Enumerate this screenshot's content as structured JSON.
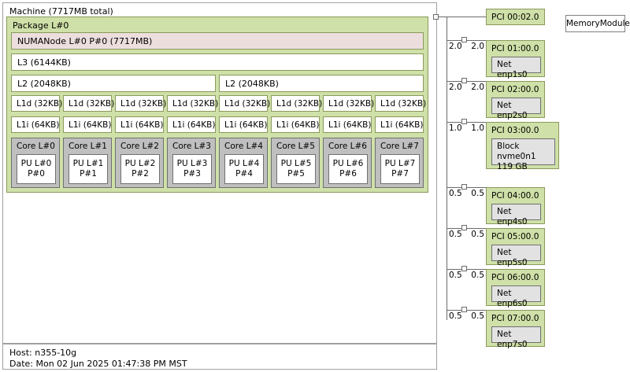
{
  "machine": {
    "label": "Machine (7717MB total)",
    "package": {
      "label": "Package L#0",
      "numanode": {
        "label": "NUMANode L#0 P#0 (7717MB)"
      },
      "l3": {
        "label": "L3 (6144KB)"
      },
      "l2": [
        {
          "label": "L2 (2048KB)"
        },
        {
          "label": "L2 (2048KB)"
        }
      ],
      "l1d": [
        {
          "label": "L1d (32KB)"
        },
        {
          "label": "L1d (32KB)"
        },
        {
          "label": "L1d (32KB)"
        },
        {
          "label": "L1d (32KB)"
        },
        {
          "label": "L1d (32KB)"
        },
        {
          "label": "L1d (32KB)"
        },
        {
          "label": "L1d (32KB)"
        },
        {
          "label": "L1d (32KB)"
        }
      ],
      "l1i": [
        {
          "label": "L1i (64KB)"
        },
        {
          "label": "L1i (64KB)"
        },
        {
          "label": "L1i (64KB)"
        },
        {
          "label": "L1i (64KB)"
        },
        {
          "label": "L1i (64KB)"
        },
        {
          "label": "L1i (64KB)"
        },
        {
          "label": "L1i (64KB)"
        },
        {
          "label": "L1i (64KB)"
        }
      ],
      "cores": [
        {
          "label": "Core L#0",
          "pu": "PU L#0\nP#0"
        },
        {
          "label": "Core L#1",
          "pu": "PU L#1\nP#1"
        },
        {
          "label": "Core L#2",
          "pu": "PU L#2\nP#2"
        },
        {
          "label": "Core L#3",
          "pu": "PU L#3\nP#3"
        },
        {
          "label": "Core L#4",
          "pu": "PU L#4\nP#4"
        },
        {
          "label": "Core L#5",
          "pu": "PU L#5\nP#5"
        },
        {
          "label": "Core L#6",
          "pu": "PU L#6\nP#6"
        },
        {
          "label": "Core L#7",
          "pu": "PU L#7\nP#7"
        }
      ]
    },
    "legend": {
      "host": "Host: n355-10g",
      "date": "Date: Mon 02 Jun 2025 01:47:38 PM MST"
    }
  },
  "io": {
    "memory_module": {
      "label": "MemoryModule"
    },
    "devices": [
      {
        "label": "PCI 00:02.0",
        "bw_left": "",
        "bw_right": "",
        "osdev": null
      },
      {
        "label": "PCI 01:00.0",
        "bw_left": "2.0",
        "bw_right": "2.0",
        "osdev": "Net enp1s0"
      },
      {
        "label": "PCI 02:00.0",
        "bw_left": "2.0",
        "bw_right": "2.0",
        "osdev": "Net enp2s0"
      },
      {
        "label": "PCI 03:00.0",
        "bw_left": "1.0",
        "bw_right": "1.0",
        "osdev": "Block nvme0n1\n119 GB"
      },
      {
        "label": "PCI 04:00.0",
        "bw_left": "0.5",
        "bw_right": "0.5",
        "osdev": "Net enp4s0"
      },
      {
        "label": "PCI 05:00.0",
        "bw_left": "0.5",
        "bw_right": "0.5",
        "osdev": "Net enp5s0"
      },
      {
        "label": "PCI 06:00.0",
        "bw_left": "0.5",
        "bw_right": "0.5",
        "osdev": "Net enp6s0"
      },
      {
        "label": "PCI 07:00.0",
        "bw_left": "0.5",
        "bw_right": "0.5",
        "osdev": "Net enp7s0"
      }
    ]
  },
  "colors": {
    "package_bg": "#cfe0a8",
    "numa_bg": "#eddede",
    "cache_bg": "#ffffff",
    "core_bg": "#bfbfbf",
    "osdev_bg": "#e2e2e2",
    "border_green": "#8a9a5b",
    "border_gray": "#707070",
    "tree_line": "#6b6b6b"
  }
}
